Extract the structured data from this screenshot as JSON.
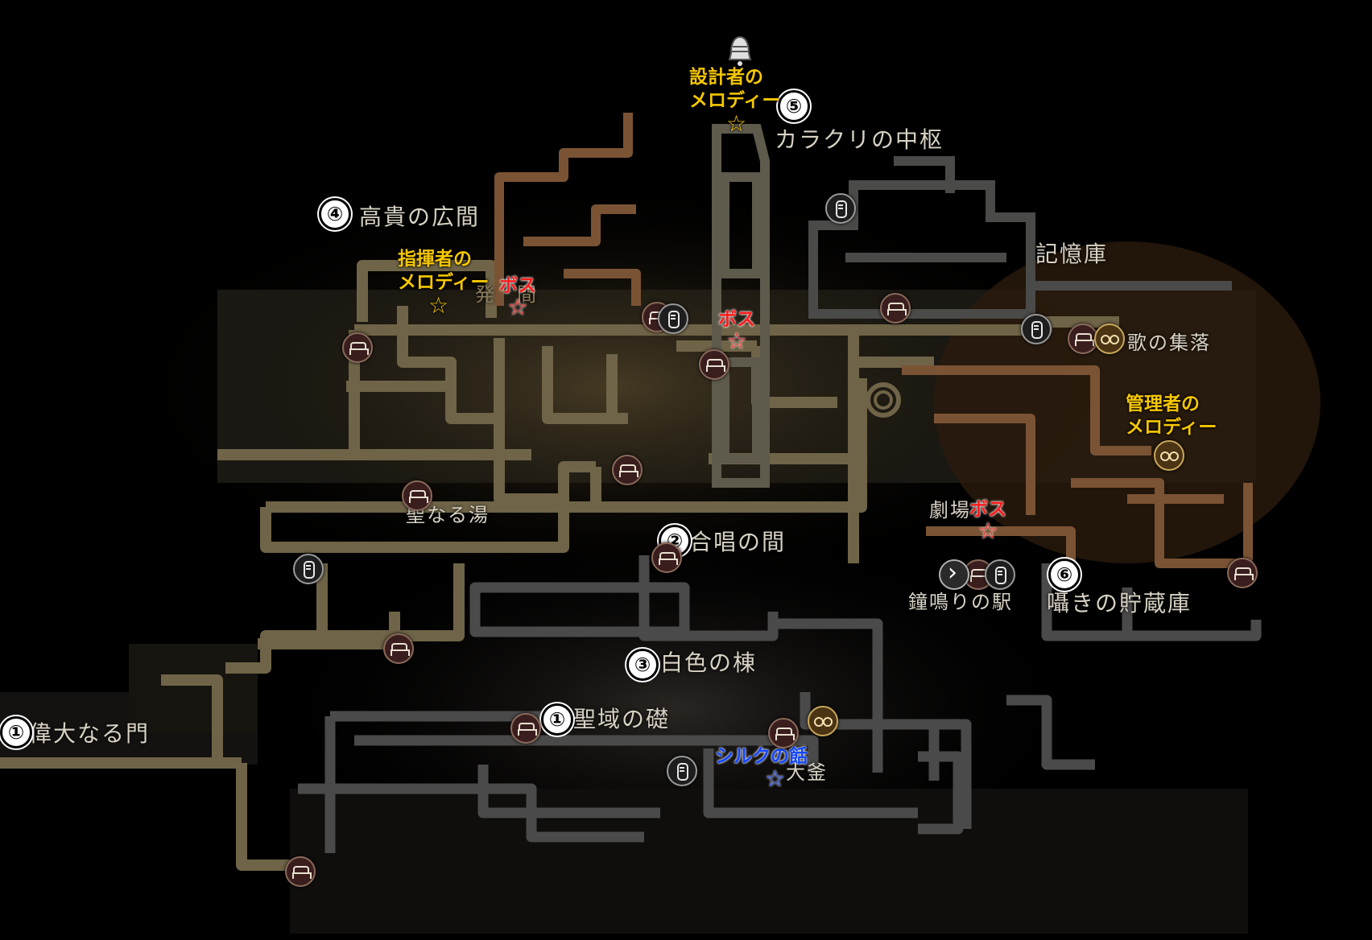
{
  "areas": {
    "grand_gate": "偉大なる門",
    "choral_chambers": "合唱の間",
    "whiteward": "白色の棟",
    "underworks": "聖域の礎",
    "high_halls": "高貴の広間",
    "cogwork_core": "カラクリの中枢",
    "memorium": "記憶庫",
    "songclave": "歌の集落",
    "whispering_vaults": "囁きの貯蔵庫",
    "bell_station": "鐘鳴りの駅",
    "theatre": "劇場",
    "holy_bath": "聖なる湯",
    "cauldron": "大釜",
    "partial_label": "発　間"
  },
  "numbers": {
    "n1a": "①",
    "n1b": "①",
    "n2": "②",
    "n3": "③",
    "n4": "④",
    "n5": "⑤",
    "n6": "⑥"
  },
  "melodies": {
    "architect_l1": "設計者の",
    "architect_l2": "メロディー",
    "conductor_l1": "指揮者の",
    "conductor_l2": "メロディー",
    "vaultkeeper_l1": "管理者の",
    "vaultkeeper_l2": "メロディー"
  },
  "boss_label": "ボス",
  "silk_needle": "シルクの餂",
  "star_glyph": "☆",
  "icons": [
    "bench-icon",
    "lift-icon",
    "npc-icon",
    "stag-icon",
    "bell-icon"
  ],
  "colors": {
    "lit_map": "#7d6d4a",
    "dark_map": "#3f3f3f",
    "copper_map": "#8a5a2e",
    "melody": "#f6c700",
    "boss": "#ff1a1a",
    "silk": "#1346ff"
  }
}
